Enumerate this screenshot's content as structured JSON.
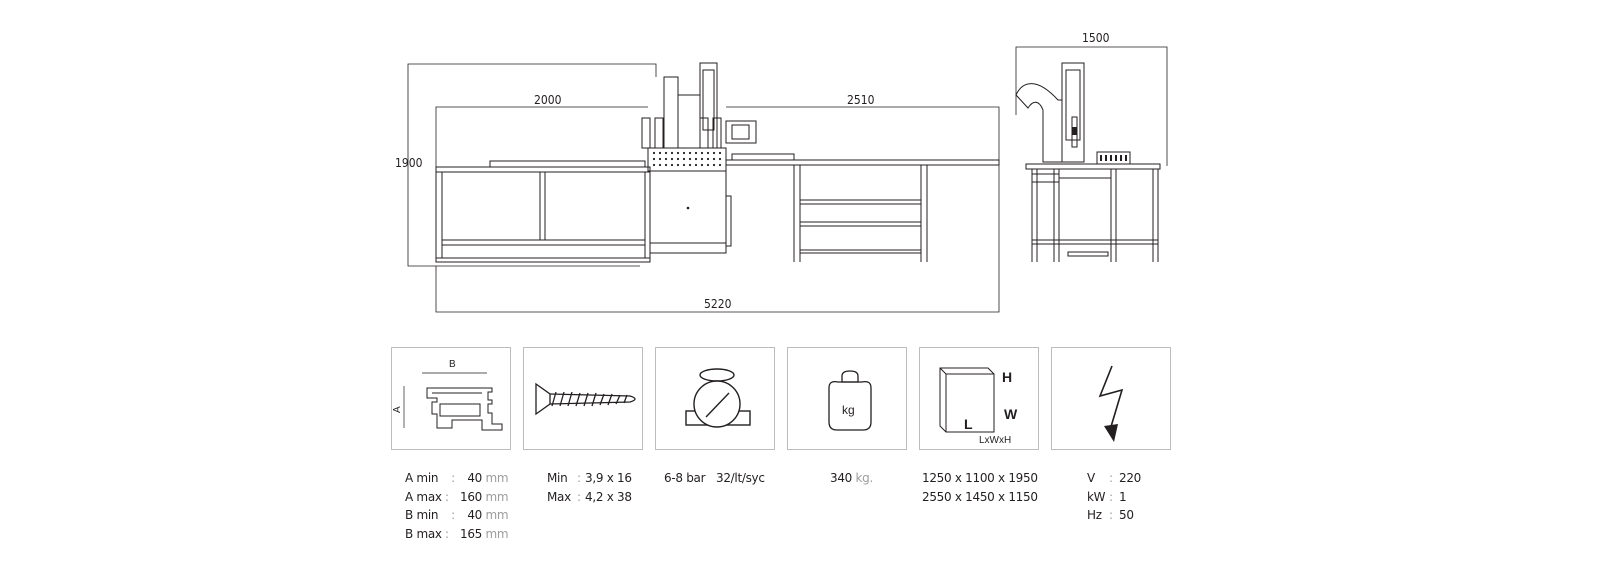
{
  "dimensions": {
    "height": "1900",
    "infeed_length": "2000",
    "outfeed_length": "2510",
    "total_length": "5220",
    "side_depth": "1500"
  },
  "icon_boxes": [
    {
      "id": "profile",
      "icon": "profile-section-icon",
      "label_b": "B",
      "label_a": "A"
    },
    {
      "id": "screw",
      "icon": "screw-icon"
    },
    {
      "id": "air",
      "icon": "pressure-gauge-icon"
    },
    {
      "id": "weight",
      "icon": "weight-icon",
      "unit": "kg"
    },
    {
      "id": "package",
      "icon": "package-box-icon",
      "h": "H",
      "w": "W",
      "l": "L",
      "lwh": "LxWxH"
    },
    {
      "id": "power",
      "icon": "lightning-icon"
    }
  ],
  "specs": {
    "profile": [
      {
        "label": "A min",
        "sep": ":",
        "value": "40",
        "unit": "mm"
      },
      {
        "label": "A max",
        "sep": ":",
        "value": "160",
        "unit": "mm"
      },
      {
        "label": "B min",
        "sep": ":",
        "value": "40",
        "unit": "mm"
      },
      {
        "label": "B max",
        "sep": ":",
        "value": "165",
        "unit": "mm"
      }
    ],
    "screw": [
      {
        "label": "Min",
        "sep": ":",
        "value": "3,9 x 16"
      },
      {
        "label": "Max",
        "sep": ":",
        "value": "4,2 x 38"
      }
    ],
    "air": {
      "pressure": "6-8 bar",
      "consumption": "32/lt/syc"
    },
    "weight": {
      "value": "340",
      "unit": "kg."
    },
    "package": [
      "1250 x 1100 x 1950",
      "2550 x 1450 x 1150"
    ],
    "power": [
      {
        "label": "V",
        "sep": ":",
        "value": "220"
      },
      {
        "label": "kW",
        "sep": ":",
        "value": "1"
      },
      {
        "label": "Hz",
        "sep": ":",
        "value": "50"
      }
    ]
  }
}
